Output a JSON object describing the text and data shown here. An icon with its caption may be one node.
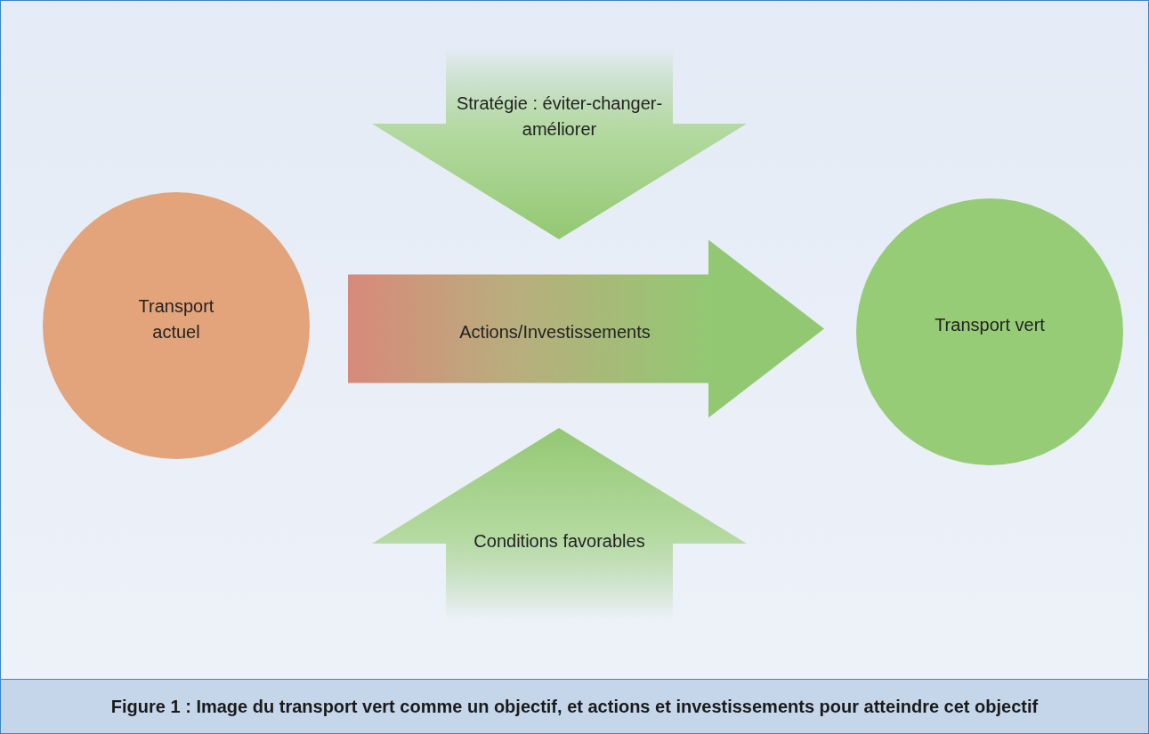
{
  "diagram": {
    "caption": "Figure 1 : Image du transport vert comme un objectif, et actions et investissements pour atteindre cet objectif",
    "nodes": [
      {
        "text": [
          "Transport actuel"
        ]
      },
      {
        "text": [
          "Stratégie : éviter-changer-améliorer"
        ]
      },
      {
        "text": [
          "Transport vert"
        ]
      },
      {
        "text": [
          "Conditions favorables"
        ]
      }
    ],
    "edges": [
      {
        "from": 0,
        "to": 2,
        "arrow": "to",
        "label": "Actions/Investissements",
        "style": "thick"
      }
    ]
  }
}
